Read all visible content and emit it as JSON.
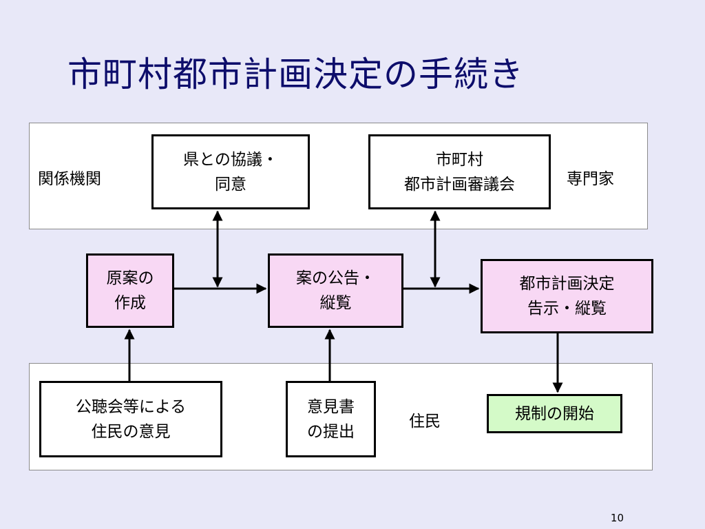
{
  "slide": {
    "title": "市町村都市計画決定の手続き",
    "page_number": "10"
  },
  "bands": {
    "top_label_left": "関係機関",
    "top_label_right": "専門家",
    "bottom_label": "住民"
  },
  "boxes": {
    "pref_consult": [
      "県との協議・",
      "同意"
    ],
    "city_council": [
      "市町村",
      "都市計画審議会"
    ],
    "draft": [
      "原案の",
      "作成"
    ],
    "public_notice": [
      "案の公告・",
      "縦覧"
    ],
    "decision": [
      "都市計画決定",
      "告示・縦覧"
    ],
    "hearing": [
      "公聴会等による",
      "住民の意見"
    ],
    "opinion": [
      "意見書",
      "の提出"
    ],
    "regulation": [
      "規制の開始"
    ]
  },
  "colors": {
    "background": "#e8e8f8",
    "title": "#0d0d6b",
    "process_box": "#f8d8f4",
    "result_box": "#d4fac8"
  }
}
